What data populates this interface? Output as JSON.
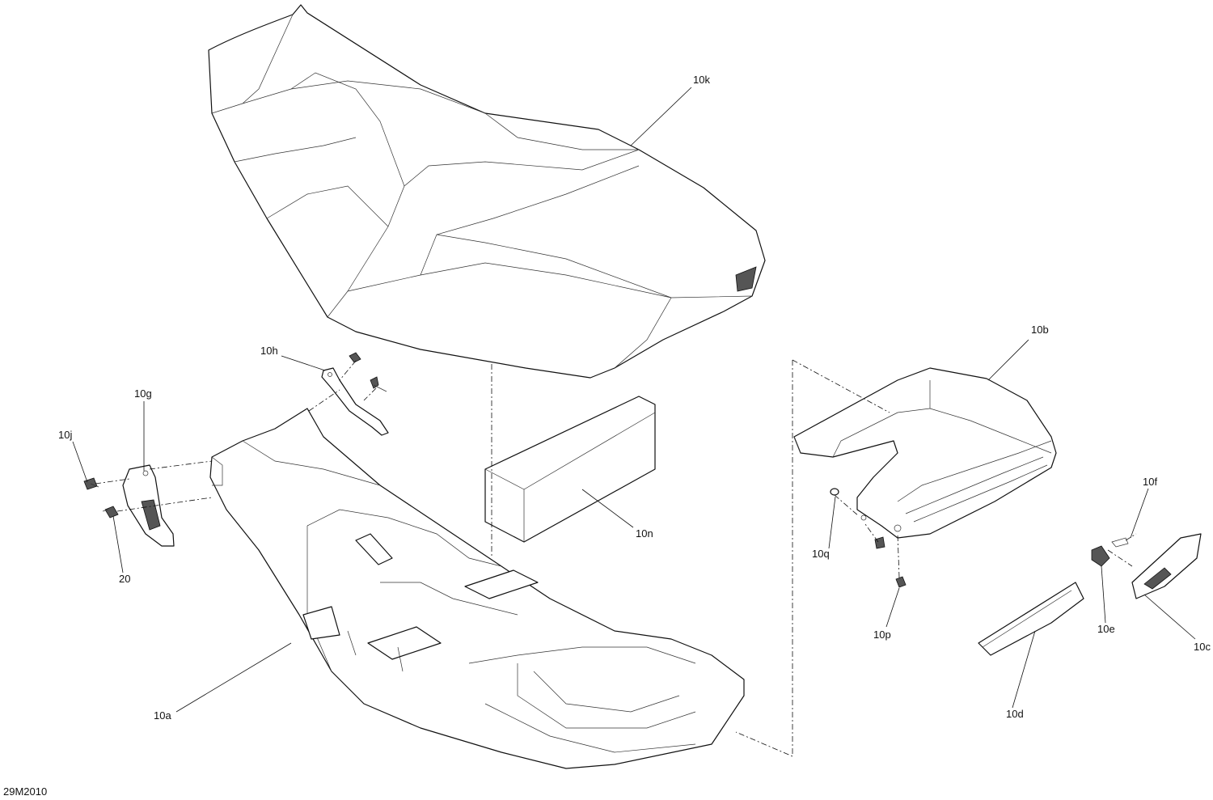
{
  "drawing": {
    "reference": "29M2010",
    "callouts": [
      "10k",
      "10h",
      "10g",
      "10j",
      "20",
      "10a",
      "10n",
      "10b",
      "10f",
      "10q",
      "10p",
      "10e",
      "10c",
      "10d"
    ]
  }
}
